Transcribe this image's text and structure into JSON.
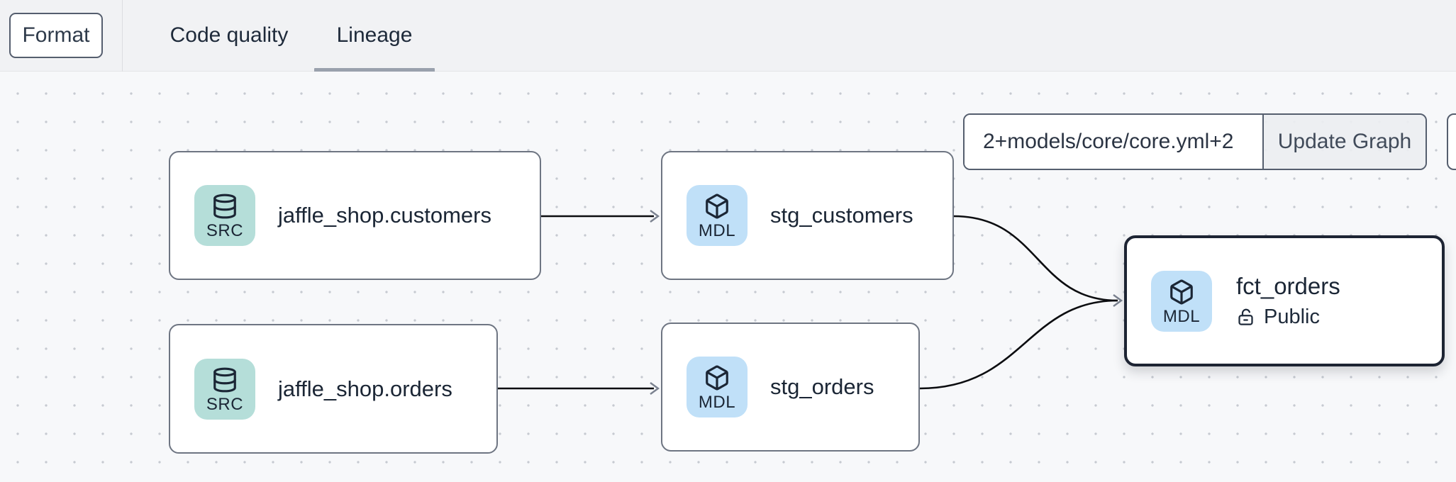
{
  "colors": {
    "topbar_bg": "#f1f2f4",
    "canvas_bg": "#f7f8fa",
    "dot_grid": "#c6cad1",
    "node_border": "#6e7582",
    "selected_border": "#1d2433",
    "src_badge": "#b5ded9",
    "mdl_badge": "#c0e0f8",
    "edge": "#0c0d10",
    "ink": "#1b2635",
    "tab_underline": "#9aa1ad"
  },
  "toolbar": {
    "format_label": "Format",
    "tabs": [
      {
        "label": "Code quality",
        "active": false
      },
      {
        "label": "Lineage",
        "active": true
      }
    ]
  },
  "graph_controls": {
    "model_selector_value": "2+models/core/core.yml+2",
    "update_button_label": "Update Graph"
  },
  "lineage": {
    "nodes": [
      {
        "label": "jaffle_shop.customers",
        "badge": "SRC",
        "icon": "database-icon",
        "type": "source",
        "selected": false
      },
      {
        "label": "stg_customers",
        "badge": "MDL",
        "icon": "cube-icon",
        "type": "model",
        "selected": false
      },
      {
        "label": "jaffle_shop.orders",
        "badge": "SRC",
        "icon": "database-icon",
        "type": "source",
        "selected": false
      },
      {
        "label": "stg_orders",
        "badge": "MDL",
        "icon": "cube-icon",
        "type": "model",
        "selected": false
      },
      {
        "label": "fct_orders",
        "badge": "MDL",
        "icon": "cube-icon",
        "type": "model",
        "access": "Public",
        "selected": true
      }
    ],
    "edges": [
      {
        "from": "jaffle_shop.customers",
        "to": "stg_customers"
      },
      {
        "from": "jaffle_shop.orders",
        "to": "stg_orders"
      },
      {
        "from": "stg_customers",
        "to": "fct_orders"
      },
      {
        "from": "stg_orders",
        "to": "fct_orders"
      }
    ]
  }
}
